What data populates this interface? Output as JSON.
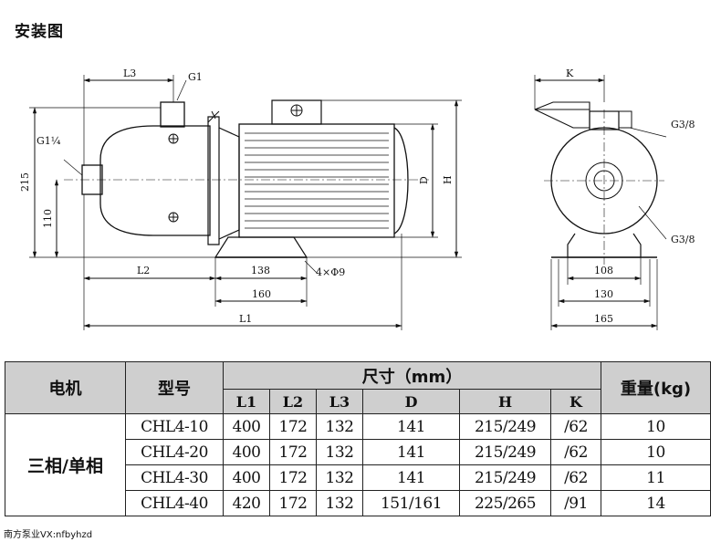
{
  "page": {
    "title": "安装图",
    "footer": "南方泵业VX:nfbyhzd"
  },
  "drawing_labels": {
    "front": {
      "L3": "L3",
      "G1": "G1",
      "G1_quarter": "G1¼",
      "h215": "215",
      "h110": "110",
      "D": "D",
      "H": "H",
      "L2": "L2",
      "d138": "138",
      "bolt": "4×Φ9",
      "d160": "160",
      "L1": "L1"
    },
    "side": {
      "K": "K",
      "G38_top": "G3/8",
      "G38_bottom": "G3/8",
      "d108": "108",
      "d130": "130",
      "d165": "165"
    }
  },
  "table": {
    "headers": {
      "motor": "电机",
      "model": "型号",
      "size": "尺寸（mm）",
      "weight": "重量(kg)",
      "cols": [
        "L1",
        "L2",
        "L3",
        "D",
        "H",
        "K"
      ]
    },
    "motor_type": "三相/单相",
    "rows": [
      {
        "model": "CHL4-10",
        "L1": "400",
        "L2": "172",
        "L3": "132",
        "D": "141",
        "H": "215/249",
        "K": "/62",
        "weight": "10"
      },
      {
        "model": "CHL4-20",
        "L1": "400",
        "L2": "172",
        "L3": "132",
        "D": "141",
        "H": "215/249",
        "K": "/62",
        "weight": "10"
      },
      {
        "model": "CHL4-30",
        "L1": "400",
        "L2": "172",
        "L3": "132",
        "D": "141",
        "H": "215/249",
        "K": "/62",
        "weight": "11"
      },
      {
        "model": "CHL4-40",
        "L1": "420",
        "L2": "172",
        "L3": "132",
        "D": "151/161",
        "H": "225/265",
        "K": "/91",
        "weight": "14"
      }
    ]
  }
}
